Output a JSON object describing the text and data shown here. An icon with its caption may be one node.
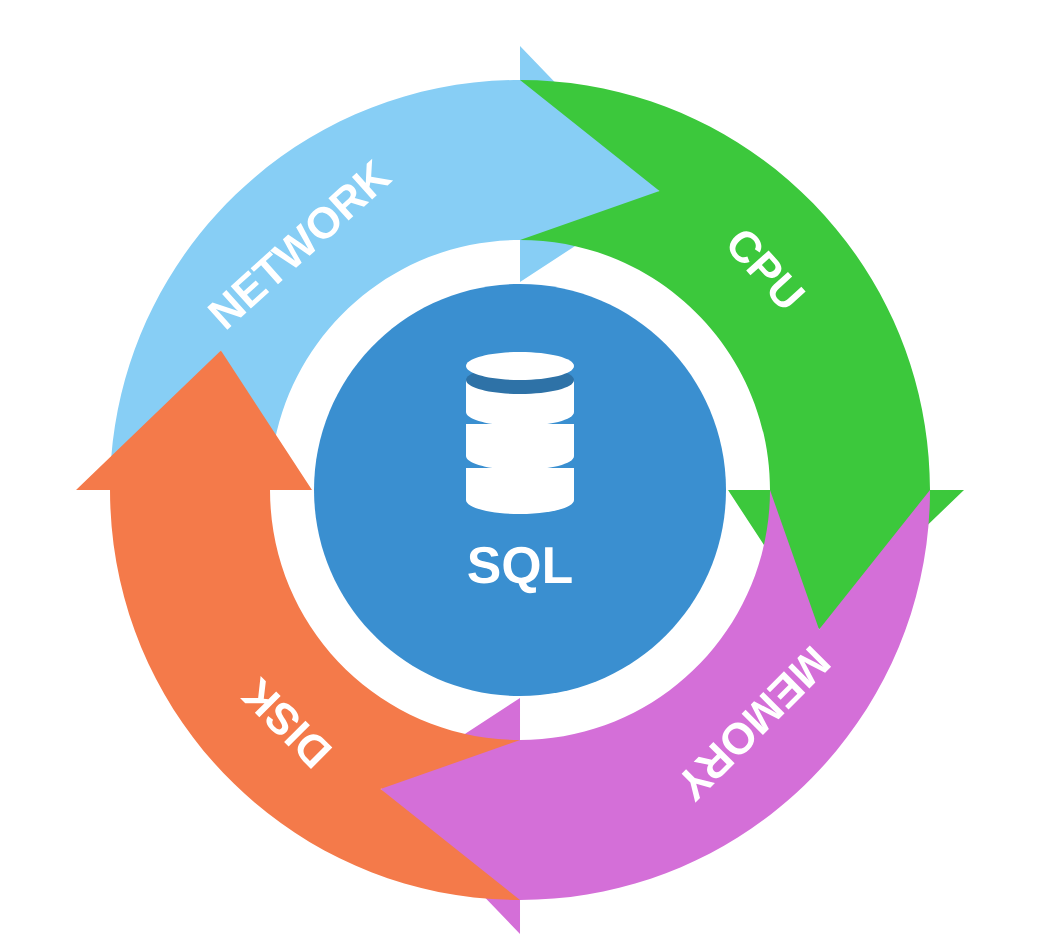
{
  "diagram": {
    "nodes": [
      {
        "text": [
          "SQL"
        ]
      },
      {
        "text": [
          "NETWORK"
        ]
      },
      {
        "text": [
          "CPU"
        ]
      },
      {
        "text": [
          "MEMORY"
        ]
      },
      {
        "text": [
          "DISK"
        ]
      }
    ]
  }
}
